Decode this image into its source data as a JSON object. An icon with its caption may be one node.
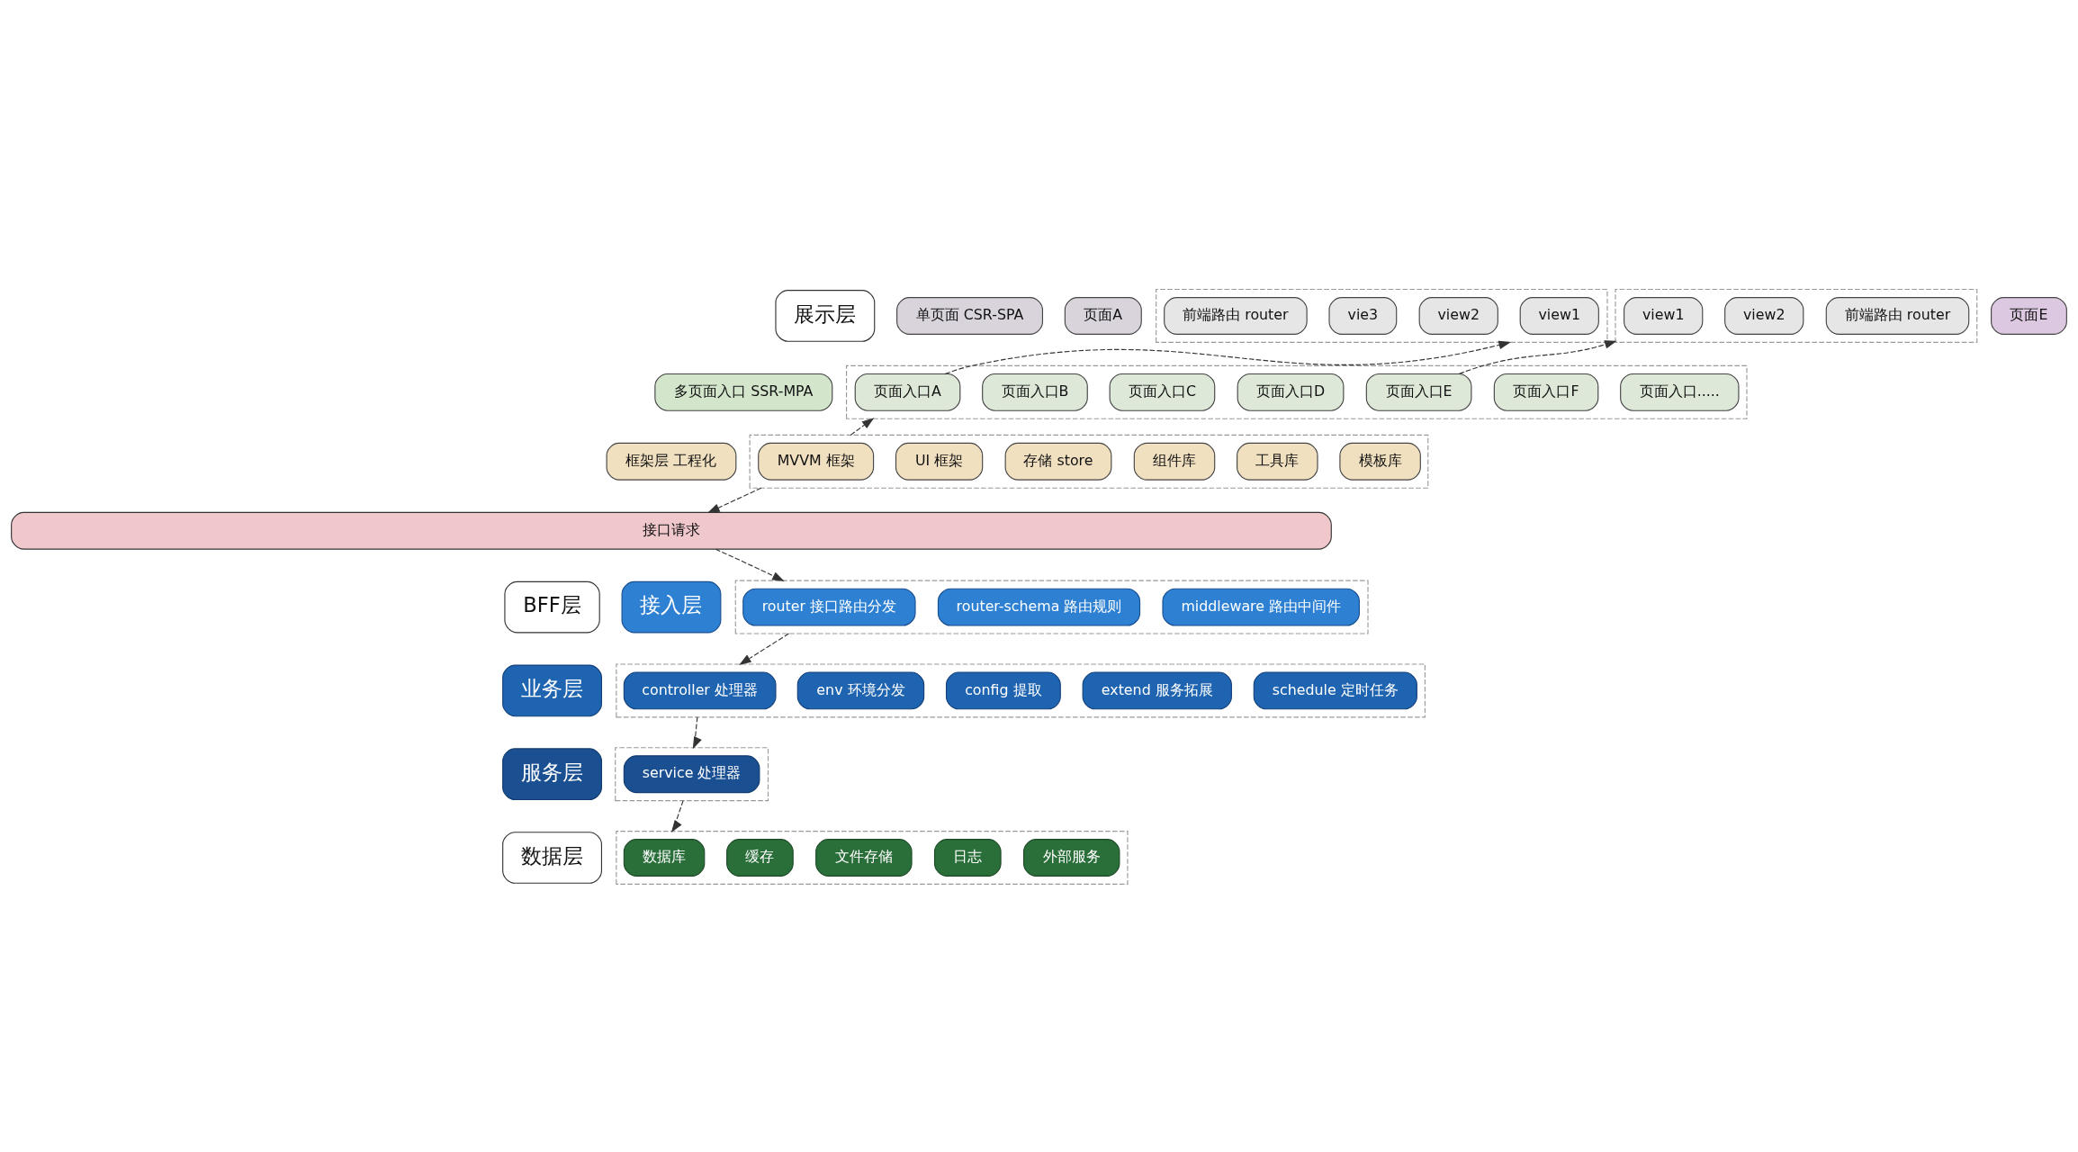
{
  "diagram": {
    "nodes": [
      {
        "text": [
          "展示层"
        ]
      },
      {
        "text": [
          "单页面 CSR-SPA"
        ]
      },
      {
        "text": [
          "页面A"
        ]
      },
      {
        "text": [],
        "shape": "box"
      },
      {
        "text": [
          "view1"
        ],
        "in": 3
      },
      {
        "text": [
          "view2"
        ],
        "in": 3
      },
      {
        "text": [
          "vie3"
        ],
        "in": 3
      },
      {
        "text": [
          "前端路由 router"
        ],
        "in": 3
      },
      {
        "text": [
          "页面E"
        ]
      },
      {
        "text": [],
        "shape": "box"
      },
      {
        "text": [
          "view1"
        ],
        "in": 9
      },
      {
        "text": [
          "view2"
        ],
        "in": 9
      },
      {
        "text": [
          "前端路由 router"
        ],
        "in": 9
      },
      {
        "text": [
          "多页面入口 SSR-MPA"
        ]
      },
      {
        "text": [],
        "shape": "box"
      },
      {
        "text": [
          "页面入口A"
        ],
        "in": 14
      },
      {
        "text": [
          "页面入口B"
        ],
        "in": 14
      },
      {
        "text": [
          "页面入口C"
        ],
        "in": 14
      },
      {
        "text": [
          "页面入口D"
        ],
        "in": 14
      },
      {
        "text": [
          "页面入口E"
        ],
        "in": 14
      },
      {
        "text": [
          "页面入口F"
        ],
        "in": 14
      },
      {
        "text": [
          "页面入口....."
        ],
        "in": 14
      },
      {
        "text": [
          "框架层 工程化"
        ]
      },
      {
        "text": [],
        "shape": "box"
      },
      {
        "text": [
          "MVVM 框架"
        ],
        "in": 23
      },
      {
        "text": [
          "UI 框架"
        ],
        "in": 23
      },
      {
        "text": [
          "存储 store"
        ],
        "in": 23
      },
      {
        "text": [
          "组件库"
        ],
        "in": 23
      },
      {
        "text": [
          "工具库"
        ],
        "in": 23
      },
      {
        "text": [
          "模板库"
        ],
        "in": 23
      },
      {
        "text": [
          "接口请求"
        ]
      },
      {
        "text": [
          "BFF层"
        ]
      },
      {
        "text": [
          "接入层"
        ]
      },
      {
        "text": [],
        "shape": "box"
      },
      {
        "text": [
          "router 接口路由分发"
        ],
        "in": 33
      },
      {
        "text": [
          "router-schema 路由规则"
        ],
        "in": 33
      },
      {
        "text": [
          "middleware 路由中间件"
        ],
        "in": 33
      },
      {
        "text": [
          "业务层"
        ]
      },
      {
        "text": [],
        "shape": "box"
      },
      {
        "text": [
          "controller 处理器"
        ],
        "in": 38
      },
      {
        "text": [
          "env 环境分发"
        ],
        "in": 38
      },
      {
        "text": [
          "config 提取"
        ],
        "in": 38
      },
      {
        "text": [
          "extend 服务拓展"
        ],
        "in": 38
      },
      {
        "text": [
          "schedule 定时任务"
        ],
        "in": 38
      },
      {
        "text": [
          "服务层"
        ]
      },
      {
        "text": [],
        "shape": "box"
      },
      {
        "text": [
          "service 处理器"
        ],
        "in": 45
      },
      {
        "text": [
          "数据层"
        ]
      },
      {
        "text": [],
        "shape": "box"
      },
      {
        "text": [
          "数据库"
        ],
        "in": 48
      },
      {
        "text": [
          "缓存"
        ],
        "in": 48
      },
      {
        "text": [
          "文件存储"
        ],
        "in": 48
      },
      {
        "text": [
          "日志"
        ],
        "in": 48
      },
      {
        "text": [
          "外部服务"
        ],
        "in": 48
      }
    ],
    "edges": [
      {
        "from": 15,
        "to": 3,
        "arrow": "to",
        "style": "dashed"
      },
      {
        "from": 19,
        "to": 9,
        "arrow": "to",
        "style": "dashed"
      },
      {
        "from": 23,
        "to": 14,
        "arrow": "to",
        "style": "dashed"
      },
      {
        "from": 23,
        "to": 30,
        "arrow": "to",
        "style": "dashed"
      },
      {
        "from": 30,
        "to": 33,
        "arrow": "to",
        "style": "dashed"
      },
      {
        "from": 33,
        "to": 38,
        "arrow": "to",
        "style": "dashed"
      },
      {
        "from": 38,
        "to": 45,
        "arrow": "to",
        "style": "dashed"
      },
      {
        "from": 45,
        "to": 48,
        "arrow": "to",
        "style": "dashed"
      }
    ]
  }
}
